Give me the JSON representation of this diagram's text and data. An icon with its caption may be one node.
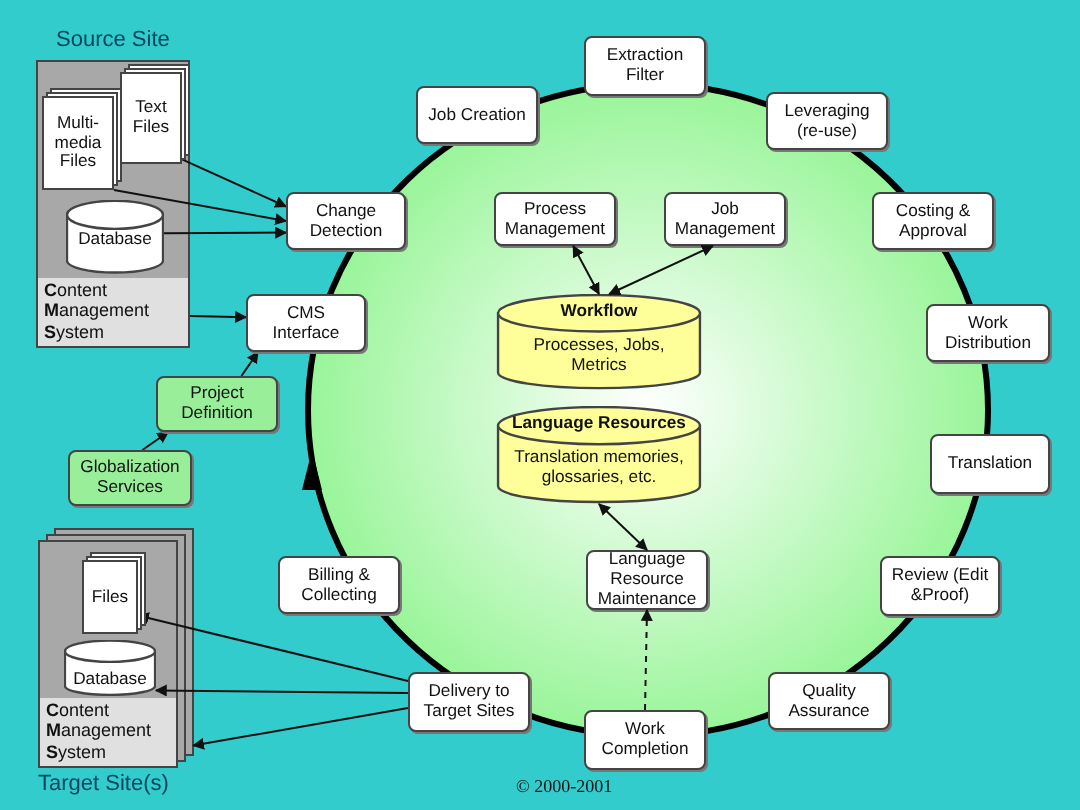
{
  "diagram": {
    "caption": "© 2000-2001",
    "nodes": [
      {
        "text": [
          "Source Site",
          "**C**ontent **M**anagement **S**ystem"
        ]
      },
      {
        "text": [
          "Multi-media Files"
        ],
        "in": 0
      },
      {
        "text": [
          "Text Files"
        ],
        "in": 0
      },
      {
        "text": [
          "Database"
        ],
        "in": 0
      },
      {
        "text": [
          "Job Creation"
        ]
      },
      {
        "text": [
          "Extraction Filter"
        ]
      },
      {
        "text": [
          "Leveraging (re-use)"
        ]
      },
      {
        "text": [
          "Change Detection"
        ]
      },
      {
        "text": [],
        "shape": "circle"
      },
      {
        "text": [
          "Process Management"
        ],
        "in": 8
      },
      {
        "text": [
          "Job Management"
        ],
        "in": 8
      },
      {
        "text": [
          "Costing & Approval"
        ]
      },
      {
        "text": [
          "CMS Interface"
        ]
      },
      {
        "text": [
          "Workflow",
          "Processes, Jobs, Metrics"
        ],
        "in": 8
      },
      {
        "text": [
          "Work Distribution"
        ]
      },
      {
        "text": [
          "Project Definition"
        ]
      },
      {
        "text": [
          "Language Resources",
          "Translation memories, glossaries, etc."
        ],
        "in": 8
      },
      {
        "text": [
          "Globalization Services"
        ]
      },
      {
        "text": [
          "Translation"
        ]
      },
      {
        "text": [
          "**C**ontent **M**anagement **S**ystem",
          "Target Site(s)"
        ]
      },
      {
        "text": [
          "Files"
        ],
        "in": 19
      },
      {
        "text": [
          "Database"
        ],
        "in": 19
      },
      {
        "text": [
          "Billing & Collecting"
        ]
      },
      {
        "text": [
          "Language Resource Maintenance"
        ],
        "in": 8
      },
      {
        "text": [
          "Review (Edit &Proof)"
        ]
      },
      {
        "text": [
          "Quality Assurance"
        ]
      },
      {
        "text": [
          "Delivery to Target Sites"
        ]
      },
      {
        "text": [
          "Work Completion"
        ]
      }
    ],
    "edges": [
      {
        "from": 2,
        "to": 7,
        "arrow": "to"
      },
      {
        "from": 1,
        "to": 7,
        "arrow": "to"
      },
      {
        "from": 3,
        "to": 7,
        "arrow": "to"
      },
      {
        "from": 0,
        "to": 12,
        "arrow": "to"
      },
      {
        "from": 15,
        "to": 12,
        "arrow": "to"
      },
      {
        "from": 17,
        "to": 15,
        "arrow": "to"
      },
      {
        "from": 9,
        "to": 13,
        "arrow": "both"
      },
      {
        "from": 10,
        "to": 13,
        "arrow": "both"
      },
      {
        "from": 16,
        "to": 23,
        "arrow": "both"
      },
      {
        "from": 27,
        "to": 23,
        "arrow": "to",
        "style": "dashed"
      },
      {
        "from": 26,
        "to": 20,
        "arrow": "to"
      },
      {
        "from": 26,
        "to": 21,
        "arrow": "to"
      },
      {
        "from": 26,
        "to": 19,
        "arrow": "to"
      }
    ]
  }
}
